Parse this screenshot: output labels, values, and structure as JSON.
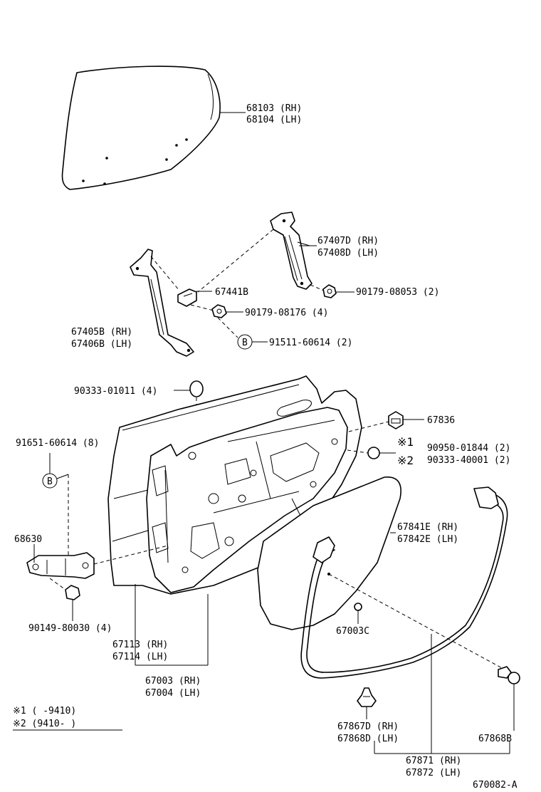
{
  "labels": {
    "glass": [
      "68103 (RH)",
      "68104 (LH)"
    ],
    "reg_run_front": [
      "67407D (RH)",
      "67408D (LH)"
    ],
    "nut_08053": "90179-08053 (2)",
    "bracket_67441b": "67441B",
    "nut_08176": "90179-08176 (4)",
    "reg_run_rear": [
      "67405B (RH)",
      "67406B (LH)"
    ],
    "bolt_b_label": "91511-60614 (2)",
    "b_marker": "B",
    "cap_01011": "90333-01011 (4)",
    "clip_67836": "67836",
    "note1_part": "90950-01844 (2)",
    "note2_part": "90333-40001 (2)",
    "bolt_60614": "91651-60614 (8)",
    "hinge_68630": "68630",
    "cover": [
      "67841E (RH)",
      "67842E (LH)"
    ],
    "bolt_80030": "90149-80030 (4)",
    "clip_67003c": "67003C",
    "panel_67113": [
      "67113 (RH)",
      "67114 (LH)"
    ],
    "door_67003": [
      "67003 (RH)",
      "67004 (LH)"
    ],
    "legend1": "※1 (      -9410)",
    "legend2": "※2 (9410-      )",
    "clip_67867": [
      "67867D (RH)",
      "67868D (LH)"
    ],
    "clip_67868b": "67868B",
    "weatherstrip": [
      "67871 (RH)",
      "67872 (LH)"
    ],
    "mark1": "※1",
    "mark2": "※2",
    "diagram_code": "670082-A"
  }
}
